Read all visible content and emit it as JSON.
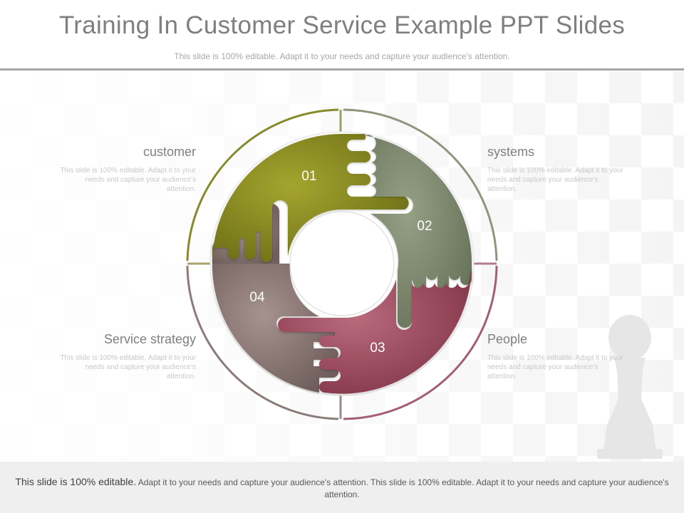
{
  "title": "Training In Customer Service Example PPT Slides",
  "subtitle": "This slide is 100% editable. Adapt it to your needs and capture your audience's attention.",
  "segments": [
    {
      "number": "01",
      "label": "customer",
      "description": "This slide is 100% editable. Adapt it to your needs and capture your audience's attention.",
      "color": "#8a8c24"
    },
    {
      "number": "02",
      "label": "systems",
      "description": "This slide is 100% editable. Adapt it to your needs and capture your audience's attention.",
      "color": "#7e8b6e"
    },
    {
      "number": "03",
      "label": "People",
      "description": "This slide is 100% editable. Adapt it to your needs and capture your audience's attention.",
      "color": "#a04e62"
    },
    {
      "number": "04",
      "label": "Service strategy",
      "description": "This slide is 100% editable. Adapt it to your needs and capture your audience's attention.",
      "color": "#8c7a78"
    }
  ],
  "footer": {
    "lead": "This slide is 100% editable.",
    "rest": " Adapt it to your needs and capture your audience's attention. This slide is 100% editable. Adapt it to your needs and capture your audience's attention."
  }
}
